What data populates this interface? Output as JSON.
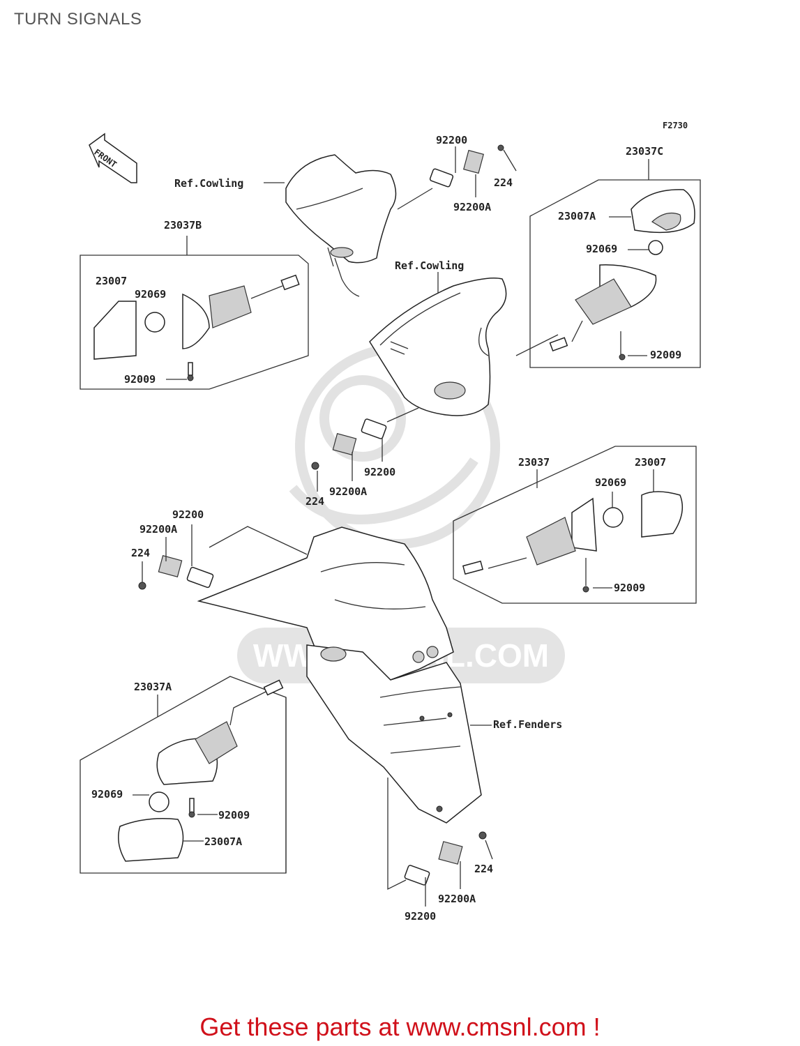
{
  "page_title": "TURN SIGNALS",
  "figure_code": "F2730",
  "front_label": "FRONT",
  "refs": {
    "cowling_1": "Ref.Cowling",
    "cowling_2": "Ref.Cowling",
    "fenders": "Ref.Fenders"
  },
  "watermark": {
    "text": "WWW.CMSNL.COM"
  },
  "labels": {
    "a_92200": "92200",
    "a_224": "224",
    "a_92200A": "92200A",
    "b_23037C": "23037C",
    "b_23007A": "23007A",
    "b_92069": "92069",
    "b_92009": "92009",
    "c_23037B": "23037B",
    "c_23007": "23007",
    "c_92069": "92069",
    "c_92009": "92009",
    "d_92200": "92200",
    "d_92200A": "92200A",
    "d_224": "224",
    "e_23037": "23037",
    "e_23007": "23007",
    "e_92069": "92069",
    "e_92009": "92009",
    "f_92200": "92200",
    "f_92200A": "92200A",
    "f_224": "224",
    "g_23037A": "23037A",
    "g_92069": "92069",
    "g_92009": "92009",
    "g_23007A": "23007A",
    "h_224": "224",
    "h_92200A": "92200A",
    "h_92200": "92200"
  },
  "footer_text": "Get these parts at www.cmsnl.com !"
}
